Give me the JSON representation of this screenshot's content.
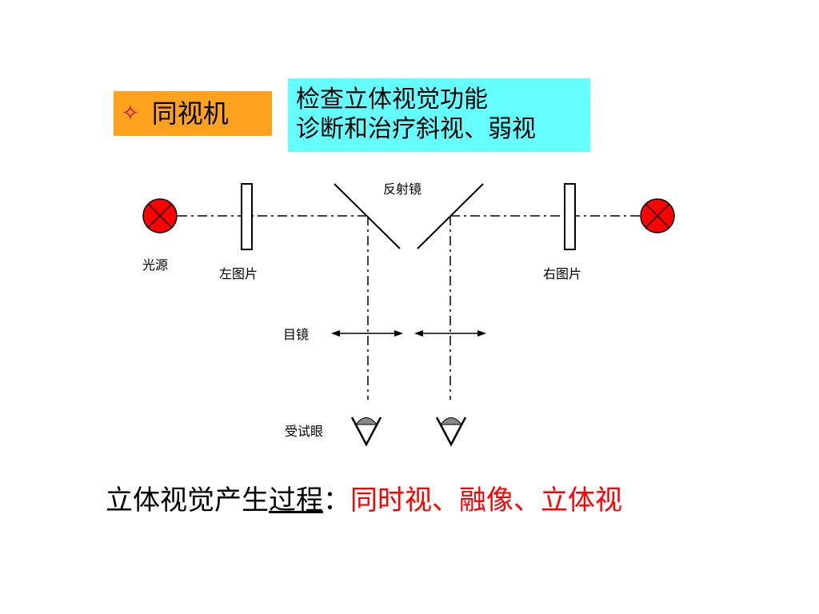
{
  "title": {
    "bullet": "✧",
    "text": "同视机"
  },
  "functions": {
    "line1": "检查立体视觉功能",
    "line2": "诊断和治疗斜视、弱视"
  },
  "diagram": {
    "labels": {
      "mirror": "反射镜",
      "light_source": "光源",
      "left_picture": "左图片",
      "right_picture": "右图片",
      "eyepiece": "目镜",
      "test_eye": "受试眼"
    },
    "colors": {
      "lamp_fill": "#ff0000",
      "line": "#000000"
    }
  },
  "summary": {
    "part1": "立体视觉产生",
    "part2": "过程",
    "colon": "：",
    "part3": "同时视、融像、立体视"
  },
  "colors": {
    "title_bg": "#ffa21f",
    "function_bg": "#66ffff",
    "bullet": "#c00000",
    "highlight": "#ff0000"
  }
}
